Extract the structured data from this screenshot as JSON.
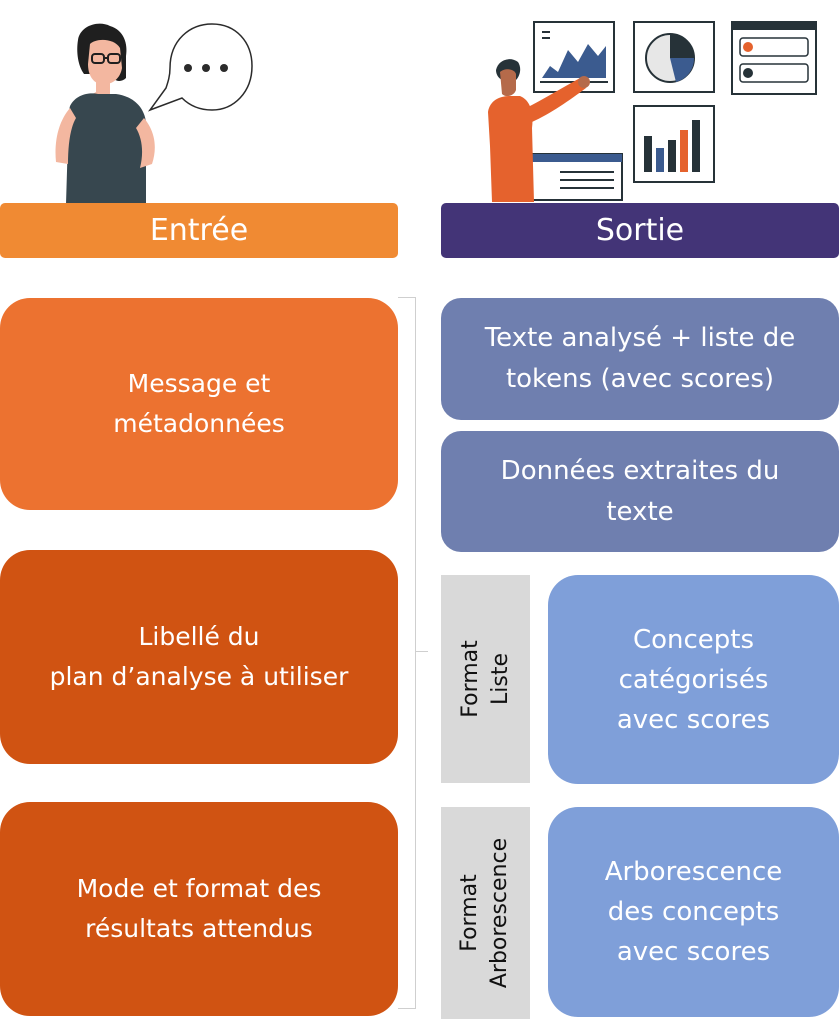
{
  "headers": {
    "input": "Entrée",
    "output": "Sortie"
  },
  "inputs": [
    {
      "lines": [
        "Message et",
        "métadonnées"
      ]
    },
    {
      "lines": [
        "Libellé du",
        "plan d’analyse à utiliser"
      ]
    },
    {
      "lines": [
        "Mode et format des",
        "résultats attendus"
      ]
    }
  ],
  "outputs": [
    {
      "lines": [
        "Texte analysé + liste de",
        "tokens (avec scores)"
      ]
    },
    {
      "lines": [
        "Données extraites du",
        "texte"
      ]
    }
  ],
  "formats": [
    {
      "tab": [
        "Format",
        "Liste"
      ],
      "lines": [
        "Concepts",
        "catégorisés",
        "avec scores"
      ]
    },
    {
      "tab": [
        "Format",
        "Arborescence"
      ],
      "lines": [
        "Arborescence",
        "des concepts",
        "avec scores"
      ]
    }
  ],
  "colors": {
    "input_header": "#f08a33",
    "output_header": "#433477",
    "input_box_1": "#ec7230",
    "input_box_2": "#d05312",
    "output_box": "#6f7faf",
    "format_box": "#7f9fd9",
    "format_tab": "#d9d9d9"
  },
  "illustrations": {
    "input": "thinking-woman-with-speech-bubble",
    "output": "man-with-dashboards-and-charts"
  }
}
